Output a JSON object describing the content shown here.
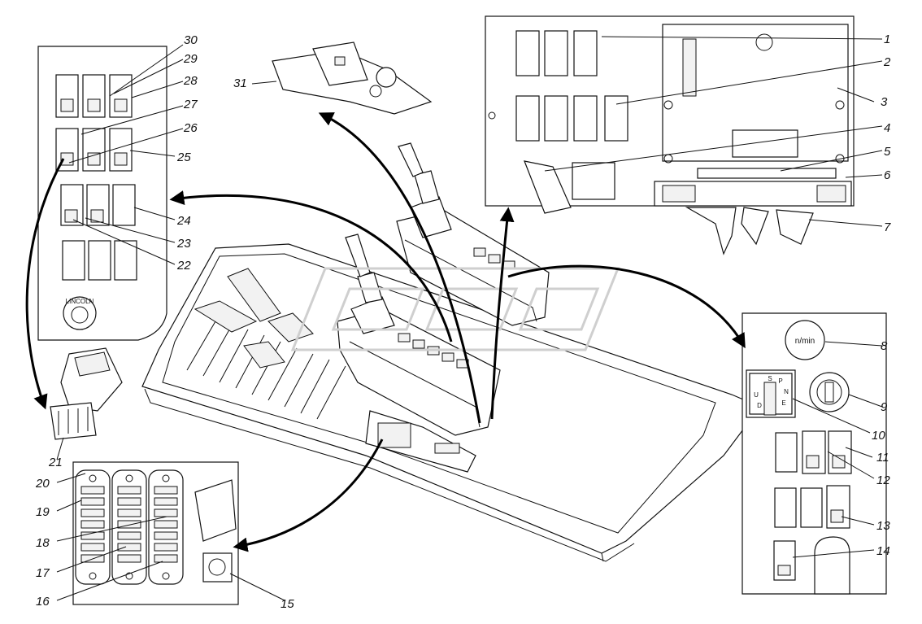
{
  "labels": {
    "l1": "1",
    "l2": "2",
    "l3": "3",
    "l4": "4",
    "l5": "5",
    "l6": "6",
    "l7": "7",
    "l8": "8",
    "l9": "9",
    "l10": "10",
    "l11": "11",
    "l12": "12",
    "l13": "13",
    "l14": "14",
    "l15": "15",
    "l16": "16",
    "l17": "17",
    "l18": "18",
    "l19": "19",
    "l20": "20",
    "l21": "21",
    "l22": "22",
    "l23": "23",
    "l24": "24",
    "l25": "25",
    "l26": "26",
    "l27": "27",
    "l28": "28",
    "l29": "29",
    "l30": "30",
    "l31": "31"
  },
  "texts": {
    "rpm_gauge": "n/min",
    "emblem": "LINCOLN",
    "switch_s": "S",
    "switch_p": "P",
    "switch_u": "U",
    "switch_n": "N",
    "switch_d": "D",
    "switch_e": "E"
  },
  "colors": {
    "line": "#111111",
    "background": "#ffffff",
    "watermark": "#cfcfcf"
  }
}
